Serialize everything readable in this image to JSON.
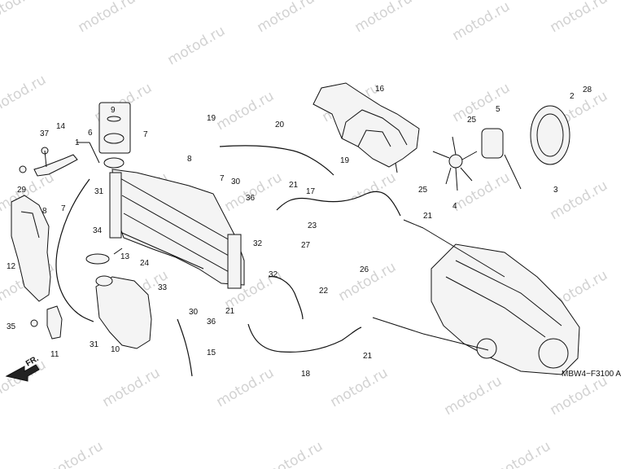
{
  "watermark": "motod.ru",
  "diagram_code": "MBW4−F3100 A",
  "direction_label": "FR.",
  "labels": [
    {
      "id": "p1",
      "text": "1"
    },
    {
      "id": "p2",
      "text": "2"
    },
    {
      "id": "p3",
      "text": "3"
    },
    {
      "id": "p4",
      "text": "4"
    },
    {
      "id": "p5",
      "text": "5"
    },
    {
      "id": "p6",
      "text": "6"
    },
    {
      "id": "p7a",
      "text": "7"
    },
    {
      "id": "p7b",
      "text": "7"
    },
    {
      "id": "p7c",
      "text": "7"
    },
    {
      "id": "p8a",
      "text": "8"
    },
    {
      "id": "p8b",
      "text": "8"
    },
    {
      "id": "p9",
      "text": "9"
    },
    {
      "id": "p10",
      "text": "10"
    },
    {
      "id": "p11",
      "text": "11"
    },
    {
      "id": "p12",
      "text": "12"
    },
    {
      "id": "p13",
      "text": "13"
    },
    {
      "id": "p14",
      "text": "14"
    },
    {
      "id": "p15",
      "text": "15"
    },
    {
      "id": "p16",
      "text": "16"
    },
    {
      "id": "p17",
      "text": "17"
    },
    {
      "id": "p18",
      "text": "18"
    },
    {
      "id": "p19a",
      "text": "19"
    },
    {
      "id": "p19b",
      "text": "19"
    },
    {
      "id": "p20",
      "text": "20"
    },
    {
      "id": "p21a",
      "text": "21"
    },
    {
      "id": "p21b",
      "text": "21"
    },
    {
      "id": "p21c",
      "text": "21"
    },
    {
      "id": "p21d",
      "text": "21"
    },
    {
      "id": "p22",
      "text": "22"
    },
    {
      "id": "p23",
      "text": "23"
    },
    {
      "id": "p24",
      "text": "24"
    },
    {
      "id": "p25a",
      "text": "25"
    },
    {
      "id": "p25b",
      "text": "25"
    },
    {
      "id": "p26",
      "text": "26"
    },
    {
      "id": "p27",
      "text": "27"
    },
    {
      "id": "p28",
      "text": "28"
    },
    {
      "id": "p29",
      "text": "29"
    },
    {
      "id": "p30a",
      "text": "30"
    },
    {
      "id": "p30b",
      "text": "30"
    },
    {
      "id": "p31a",
      "text": "31"
    },
    {
      "id": "p31b",
      "text": "31"
    },
    {
      "id": "p32a",
      "text": "32"
    },
    {
      "id": "p32b",
      "text": "32"
    },
    {
      "id": "p33",
      "text": "33"
    },
    {
      "id": "p34",
      "text": "34"
    },
    {
      "id": "p35",
      "text": "35"
    },
    {
      "id": "p36a",
      "text": "36"
    },
    {
      "id": "p36b",
      "text": "36"
    },
    {
      "id": "p37",
      "text": "37"
    }
  ]
}
